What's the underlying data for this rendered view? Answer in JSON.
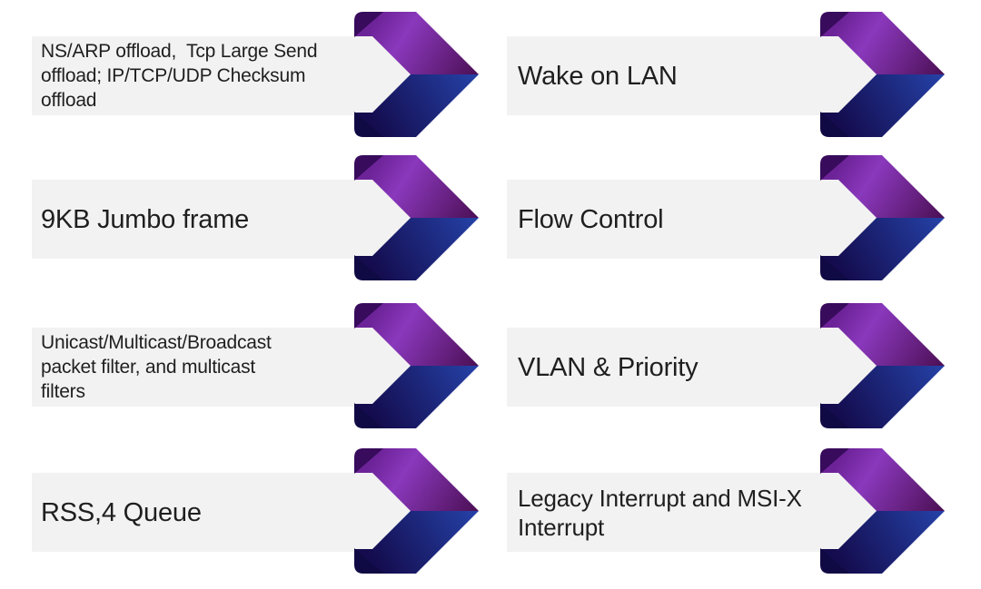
{
  "slide": {
    "background": "#FFFFFF"
  },
  "colors": {
    "bar_background": "#F2F2F2",
    "text": "#1F1F1F",
    "chevron_top_start": "#6D2398",
    "chevron_top_bright": "#8A38BC",
    "chevron_top_end": "#4B0F53",
    "chevron_bottom_start": "#140C4E",
    "chevron_bottom_end": "#2542A8",
    "chevron_fold_top": "#380B5C",
    "chevron_fold_bottom": "#100A44"
  },
  "features": [
    {
      "label": "NS/ARP offload,  Tcp Large Send\noffload; IP/TCP/UDP Checksum\noffload"
    },
    {
      "label": "9KB Jumbo frame"
    },
    {
      "label": "Unicast/Multicast/Broadcast\npacket filter, and multicast\nfilters"
    },
    {
      "label": "RSS,4 Queue"
    },
    {
      "label": "Wake on LAN"
    },
    {
      "label": "Flow Control"
    },
    {
      "label": "VLAN & Priority"
    },
    {
      "label": "Legacy Interrupt and MSI-X\nInterrupt"
    }
  ]
}
